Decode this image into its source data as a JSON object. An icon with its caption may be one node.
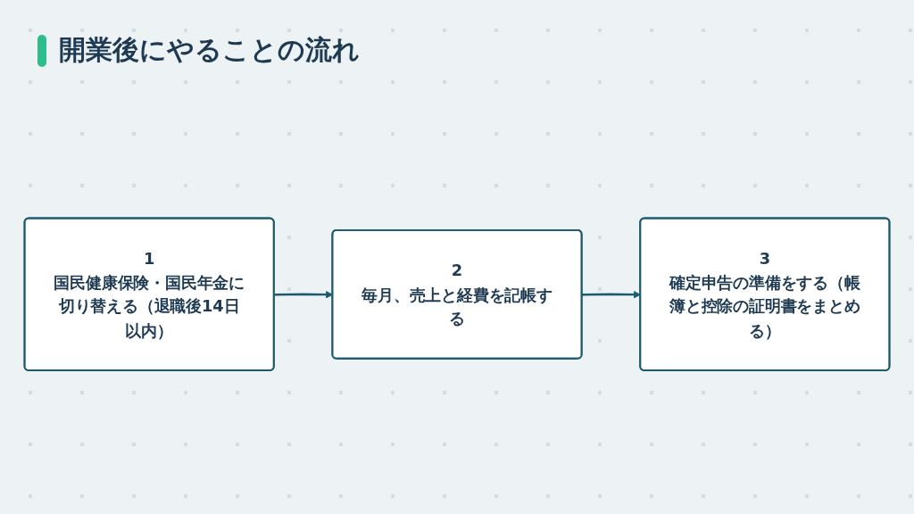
{
  "diagram": {
    "title": "開業後にやることの流れ",
    "nodes": [
      {
        "text": [
          "1",
          "国民健康保険・国民年金に切り替える（退職後14日以内）"
        ]
      },
      {
        "text": [
          "2",
          "毎月、売上と経費を記帳する"
        ]
      },
      {
        "text": [
          "3",
          "確定申告の準備をする（帳簿と控除の証明書をまとめる）"
        ]
      }
    ],
    "edges": [
      {
        "from": 0,
        "to": 1,
        "arrow": "to"
      },
      {
        "from": 1,
        "to": 2,
        "arrow": "to"
      }
    ]
  }
}
